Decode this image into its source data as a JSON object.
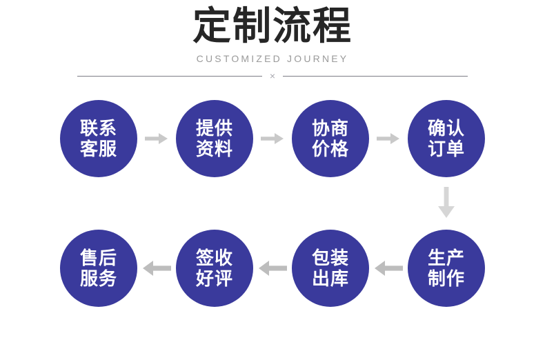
{
  "header": {
    "title": "定制流程",
    "subtitle": "CUSTOMIZED JOURNEY",
    "divider_mark": "×"
  },
  "colors": {
    "node_fill": "#3a3a9c",
    "node_text": "#ffffff",
    "title_text": "#262626",
    "subtitle_text": "#9a9a9a",
    "divider_rule": "#7d7d85",
    "arrow_row1": "#c9c9c9",
    "arrow_row2": "#bdbdbd",
    "arrow_down": "#d6d6d6",
    "background": "#ffffff"
  },
  "flow": {
    "row1": {
      "nodes": [
        {
          "line1": "联系",
          "line2": "客服"
        },
        {
          "line1": "提供",
          "line2": "资料"
        },
        {
          "line1": "协商",
          "line2": "价格"
        },
        {
          "line1": "确认",
          "line2": "订单"
        }
      ],
      "connector_direction": "right",
      "connector_icon": "arrow-right-icon"
    },
    "row2": {
      "nodes": [
        {
          "line1": "售后",
          "line2": "服务"
        },
        {
          "line1": "签收",
          "line2": "好评"
        },
        {
          "line1": "包装",
          "line2": "出库"
        },
        {
          "line1": "生产",
          "line2": "制作"
        }
      ],
      "connector_direction": "left",
      "connector_icon": "arrow-left-icon"
    },
    "row_link": {
      "direction": "down",
      "icon": "arrow-down-icon"
    }
  }
}
